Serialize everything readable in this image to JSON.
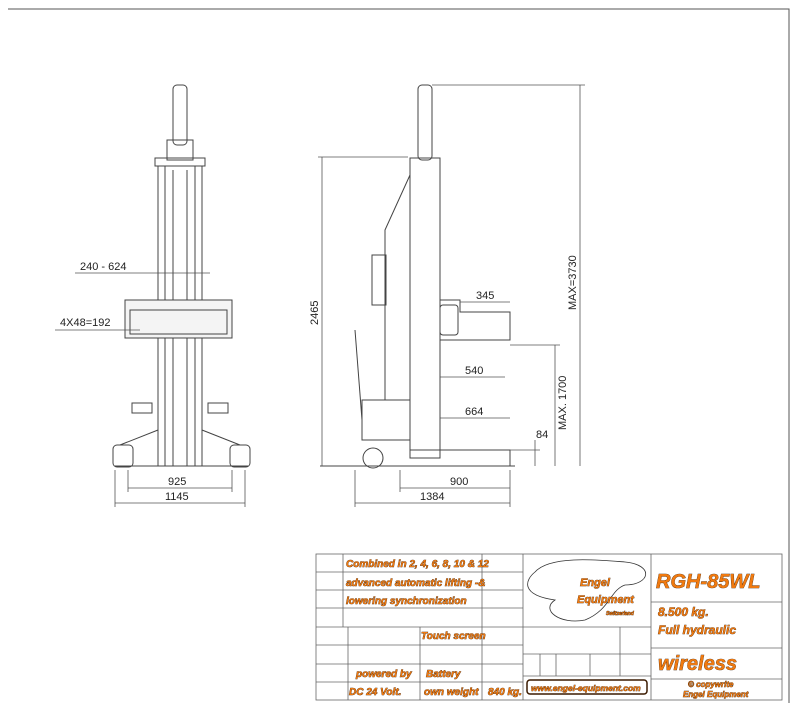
{
  "front_view": {
    "dim_carriage_width": "240 - 624",
    "dim_holes": "4X48=192",
    "dim_inner_width": "925",
    "dim_outer_width": "1145"
  },
  "side_view": {
    "dim_height": "2465",
    "dim_max_height": "MAX=3730",
    "dim_fork_length": "345",
    "dim_540": "540",
    "dim_664": "664",
    "dim_max_lift": "MAX. 1700",
    "dim_min_lift": "84",
    "dim_900": "900",
    "dim_length": "1384"
  },
  "title_block": {
    "line1": "Combined in 2, 4, 6, 8, 10 & 12",
    "line2": "advanced automatic lifting -&",
    "line3": "lowering synchronization",
    "touch": "Touch screen",
    "powered": "powered by",
    "volt": "DC 24 Volt.",
    "battery": "Battery",
    "own_weight": "own weight",
    "weight": "840 kg.",
    "website": "www.engel-equipment.com",
    "logo_name1": "Engel",
    "logo_name2": "Equipment",
    "logo_country": "Switzerland",
    "model": "RGH-85WL",
    "capacity": "8.500 kg.",
    "type": "Full hydraulic",
    "wireless": "wireless",
    "copyright1": "© copywrite",
    "copyright2": "Engel Equipment"
  },
  "colors": {
    "accent": "#f07a10",
    "line": "#333333"
  }
}
